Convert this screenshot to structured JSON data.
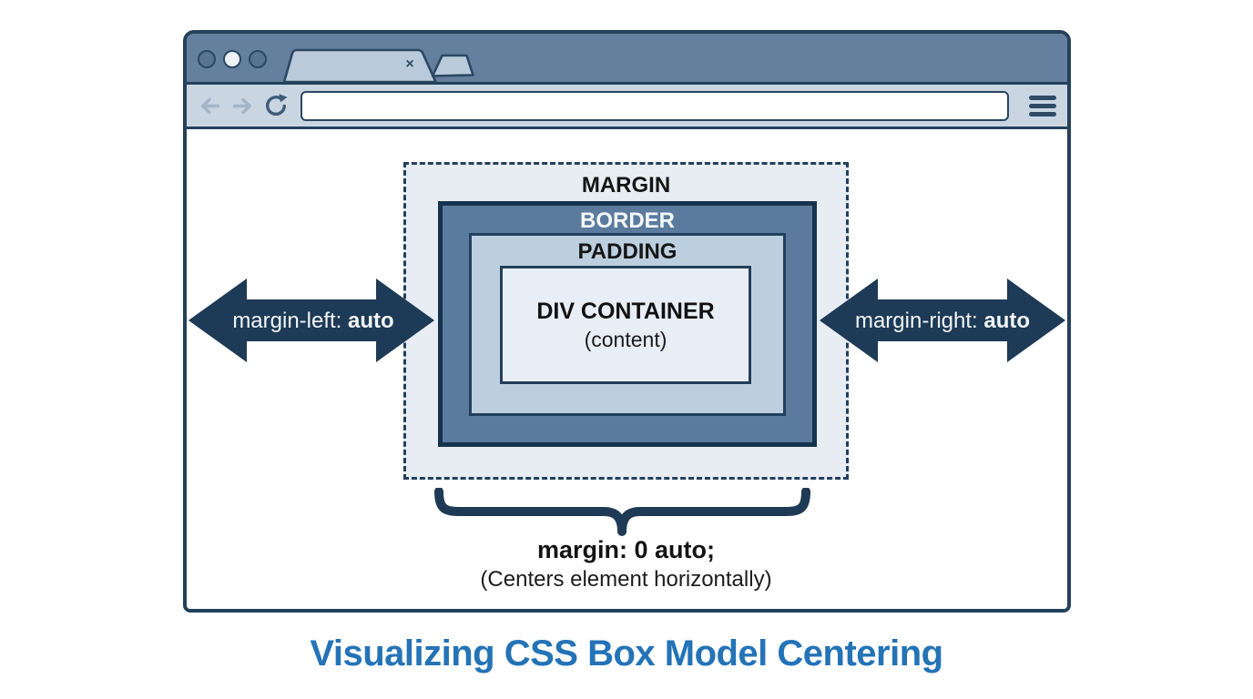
{
  "browser": {
    "window_controls": {
      "dot_count": 3
    },
    "tab": {
      "close_glyph": "×",
      "icons": [
        "tab-close-icon",
        "new-tab-icon"
      ]
    },
    "navbar": {
      "url_value": "",
      "url_placeholder": "",
      "icons": [
        "back-arrow-icon",
        "forward-arrow-icon",
        "refresh-icon",
        "hamburger-menu-icon"
      ]
    }
  },
  "diagram": {
    "margin_label": "MARGIN",
    "border_label": "BORDER",
    "padding_label": "PADDING",
    "content_title": "DIV CONTAINER",
    "content_subtitle": "(content)",
    "left_arrow": {
      "prefix": "margin-left: ",
      "bold": "auto"
    },
    "right_arrow": {
      "prefix": "margin-right: ",
      "bold": "auto"
    },
    "caption_code": "margin: 0 auto;",
    "caption_note": "(Centers element horizontally)"
  },
  "title": "Visualizing CSS Box Model Centering",
  "colors": {
    "frame_outline": "#24415c",
    "topbar": "#64809e",
    "tab_fill": "#b9cbdb",
    "navbar": "#c9d6e2",
    "margin_fill": "#e7edf3",
    "border_fill": "#5a7b9d",
    "padding_fill": "#bccfdf",
    "content_fill": "#e8eef5",
    "arrow_fill": "#1d3a56",
    "title_text": "#2473b7"
  }
}
